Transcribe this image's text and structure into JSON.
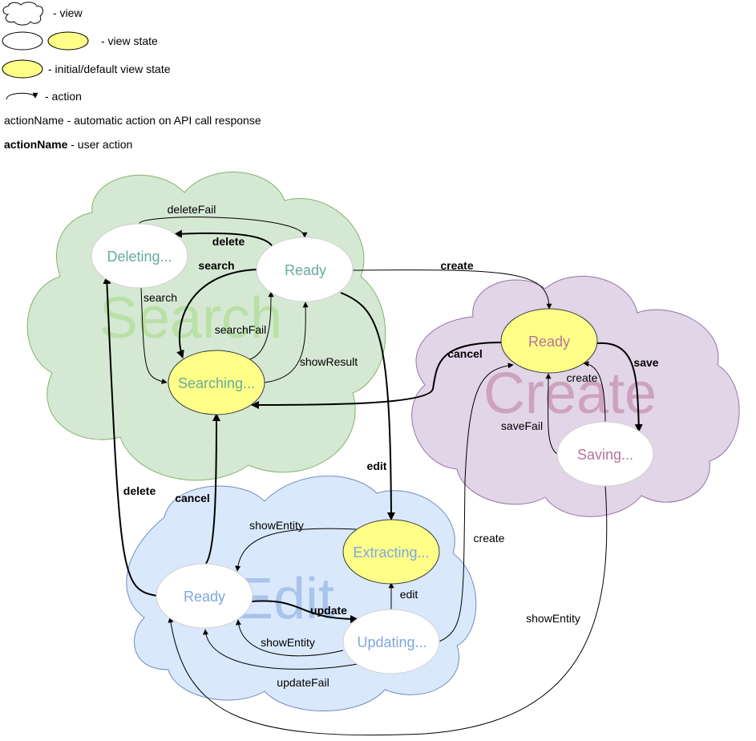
{
  "legend": {
    "view": "- view",
    "view_state": "- view state",
    "initial_state": "- initial/default view state",
    "action": "- action",
    "auto_action": "actionName - automatic action on API call response",
    "user_action_name": "actionName",
    "user_action_desc": " - user action"
  },
  "views": {
    "search": "Search",
    "create": "Create",
    "edit": "Edit"
  },
  "states": {
    "search_deleting": "Deleting...",
    "search_ready": "Ready",
    "search_searching": "Searching...",
    "create_ready": "Ready",
    "create_saving": "Saving...",
    "edit_ready": "Ready",
    "edit_extracting": "Extracting...",
    "edit_updating": "Updating..."
  },
  "actions": {
    "deleteFail": "deleteFail",
    "delete_top": "delete",
    "search_user": "search",
    "search_auto": "search",
    "searchFail": "searchFail",
    "showResult": "showResult",
    "create_top": "create",
    "cancel_create": "cancel",
    "save": "save",
    "create_inner": "create",
    "saveFail": "saveFail",
    "edit": "edit",
    "delete_left": "delete",
    "cancel_edit": "cancel",
    "showEntity_top": "showEntity",
    "update": "update",
    "edit_inner": "edit",
    "showEntity_inner": "showEntity",
    "updateFail": "updateFail",
    "create_edit": "create",
    "showEntity_right": "showEntity"
  },
  "colors": {
    "search_fill": "#d5e8d4",
    "search_stroke": "#82b366",
    "search_label": "#b9e0a5",
    "search_state_text": "#67ab9f",
    "create_fill": "#e1d5e7",
    "create_stroke": "#9673a6",
    "create_label": "#cda2be",
    "create_state_text": "#b5739d",
    "edit_fill": "#dae8fc",
    "edit_stroke": "#6c8ebf",
    "edit_label": "#a9c4eb",
    "edit_state_text": "#7ea6e0",
    "initial_fill": "#ffff88",
    "initial_stroke": "#36393d"
  }
}
